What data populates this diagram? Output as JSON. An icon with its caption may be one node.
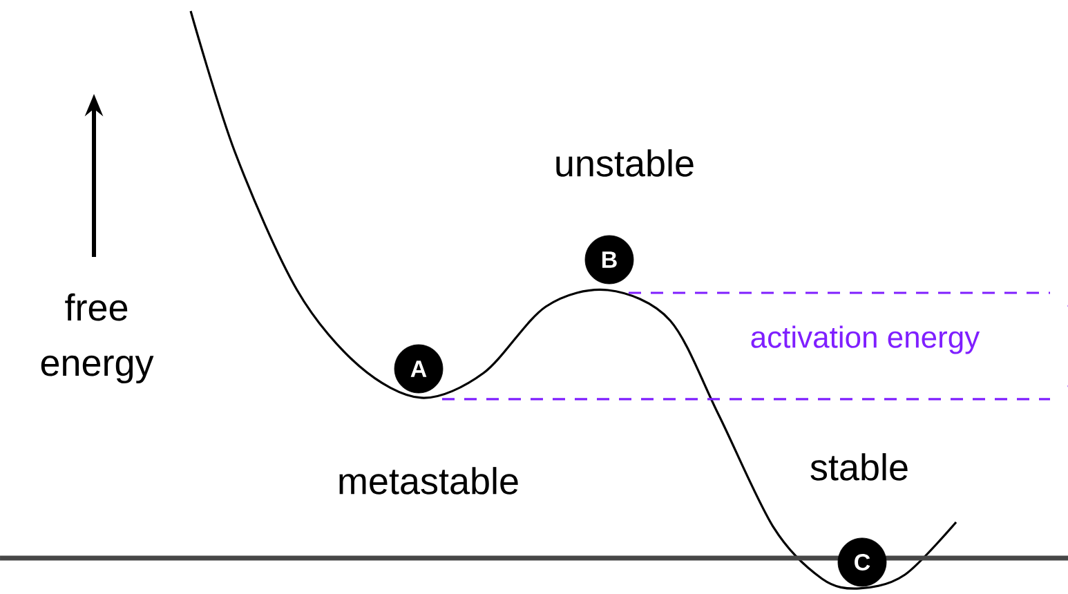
{
  "diagram": {
    "nodes": [
      {
        "text": [
          "A"
        ]
      },
      {
        "text": [
          "B"
        ]
      },
      {
        "text": [
          "C"
        ]
      }
    ],
    "labels": [
      "unstable",
      "free energy",
      "activation energy",
      "stable",
      "metastable"
    ]
  }
}
